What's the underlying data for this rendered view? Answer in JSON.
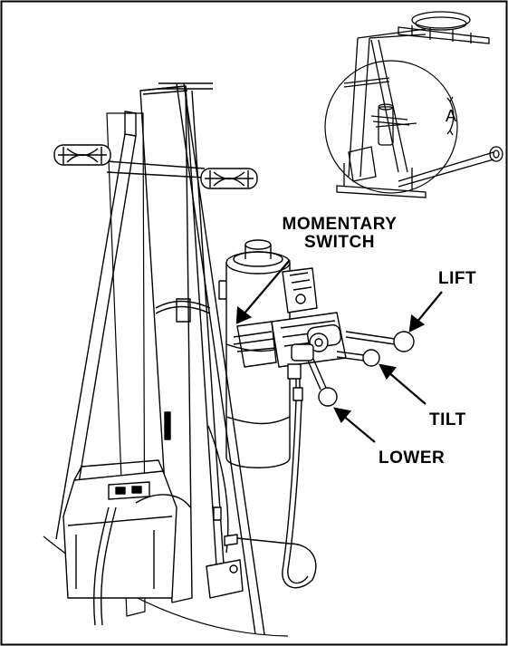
{
  "diagram": {
    "labels": {
      "momentary_line1": "MOMENTARY",
      "momentary_line2": "SWITCH",
      "lift": "LIFT",
      "tilt": "TILT",
      "lower": "LOWER",
      "detail_marker": "A"
    },
    "colors": {
      "line": "#000000",
      "background": "#ffffff",
      "shade": "#d9d9d9"
    }
  }
}
